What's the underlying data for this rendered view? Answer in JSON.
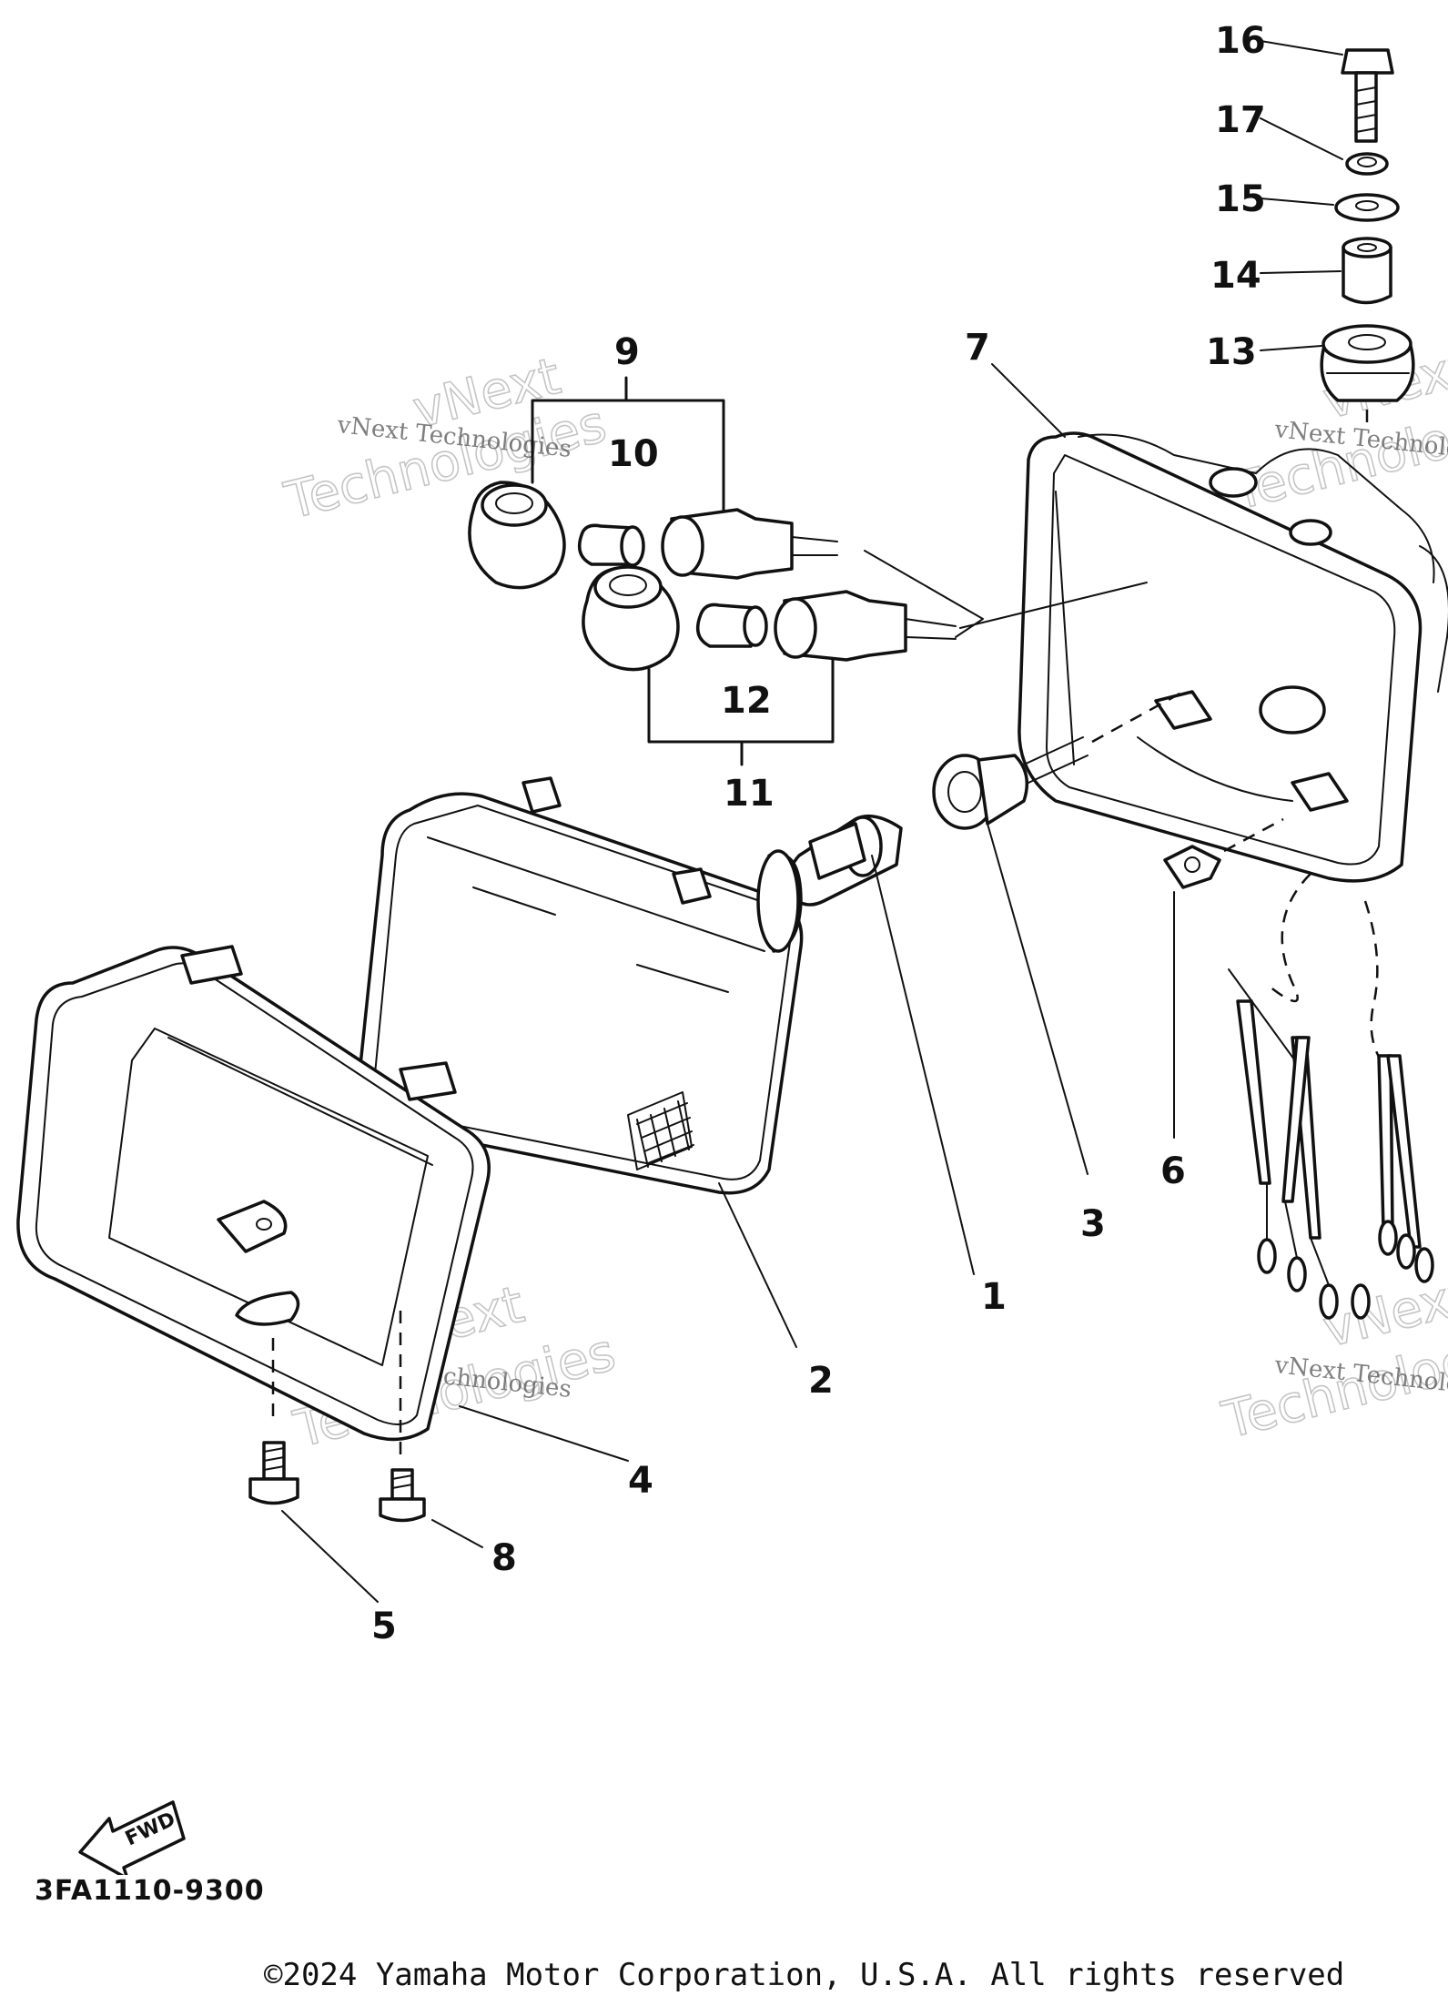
{
  "diagram": {
    "callouts": [
      "1",
      "2",
      "3",
      "4",
      "5",
      "6",
      "7",
      "8",
      "9",
      "10",
      "11",
      "12",
      "13",
      "14",
      "15",
      "16",
      "17"
    ],
    "watermark": {
      "line1": "vNext Technologies",
      "line2a": "vNext",
      "line2b": "Technologies"
    },
    "fwd_label": "FWD",
    "part_code": "3FA1110-9300",
    "copyright": "©2024 Yamaha Motor Corporation, U.S.A. All rights reserved"
  }
}
